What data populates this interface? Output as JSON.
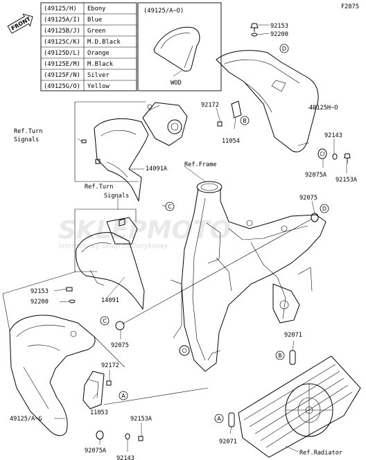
{
  "figure_code": "F2875",
  "front_label": "FRONT",
  "color_table": [
    {
      "code": "(49125/H)",
      "color": "Ebony"
    },
    {
      "code": "(49125A/I)",
      "color": "Blue"
    },
    {
      "code": "(49125B/J)",
      "color": "Green"
    },
    {
      "code": "(49125C/K)",
      "color": "M.D.Black"
    },
    {
      "code": "(49125D/L)",
      "color": "Orange"
    },
    {
      "code": "(49125E/M)",
      "color": "M.Black"
    },
    {
      "code": "(49125F/N)",
      "color": "Silver"
    },
    {
      "code": "(49125G/O)",
      "color": "Yellow"
    }
  ],
  "inset": {
    "title": "(49125/A~O)",
    "caption": "WOD"
  },
  "labels": {
    "p92153_top": "92153",
    "p92200_top": "92200",
    "p92172_top": "92172",
    "p11054": "11054",
    "p49125_ho": "49125H~O",
    "p92143_right": "92143",
    "p92075A_right": "92075A",
    "p92153A_right": "92153A",
    "p92075_right": "92075",
    "ref_turn_signals_1a": "Ref.Turn",
    "ref_turn_signals_1b": "Signals",
    "p14091A": "14091A",
    "ref_frame": "Ref.Frame",
    "ref_turn_signals_2a": "Ref.Turn",
    "ref_turn_signals_2b": "Signals",
    "p92153_left": "92153",
    "p92200_left": "92200",
    "p14091": "14091",
    "p92075_left": "92075",
    "p92172_left": "92172",
    "p11053": "11053",
    "p49125_ag": "49125/A~G",
    "p92075A_left": "92075A",
    "p92143_left": "92143",
    "p92153A_left": "92153A",
    "p92071_right": "92071",
    "p92071_left": "92071",
    "ref_radiator": "Ref.Radiator"
  },
  "callouts": {
    "a": "A",
    "b": "B",
    "c": "C",
    "d": "D"
  },
  "watermark": {
    "brand": "SKLEPMOTO",
    "sub": "internetowy sklep motocyklowy"
  }
}
